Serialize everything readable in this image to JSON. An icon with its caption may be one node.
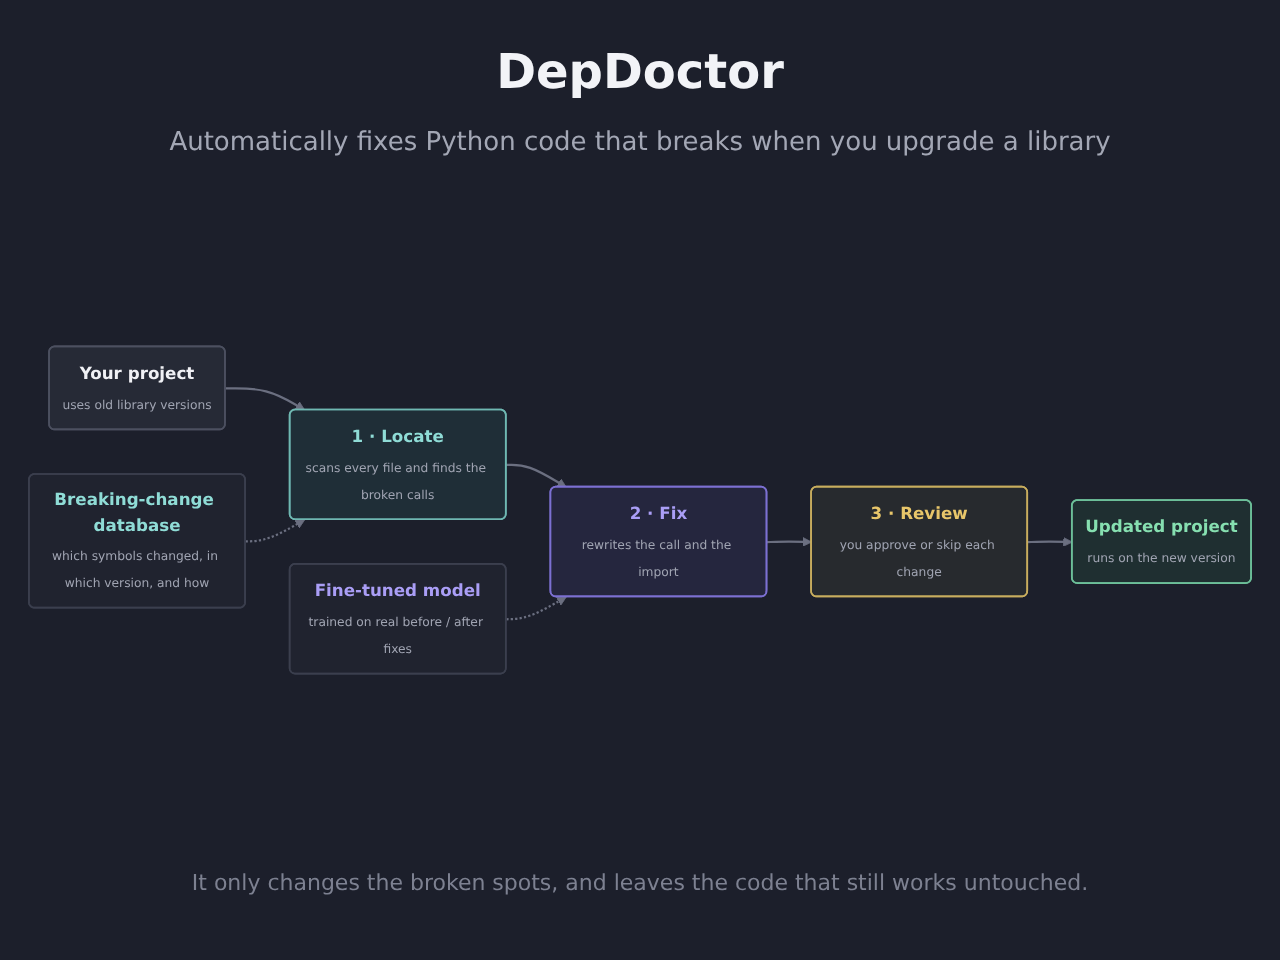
{
  "diagram": {
    "title": "DepDoctor",
    "caption": "It only changes the broken spots, and leaves the code that still works untouched.",
    "nodes": [
      {
        "text": [
          "Your project",
          "uses old library versions"
        ]
      },
      {
        "text": [
          "1 · Locate",
          "scans every file and finds the broken calls"
        ]
      },
      {
        "text": [
          "2 · Fix",
          "rewrites the call and the import"
        ]
      },
      {
        "text": [
          "3 · Review",
          "you approve or skip each change"
        ]
      },
      {
        "text": [
          "Updated project",
          "runs on the new version"
        ]
      },
      {
        "text": [
          "Breaking-change database",
          "which symbols changed, in which version, and how"
        ]
      },
      {
        "text": [
          "Fine-tuned model",
          "trained on real before / after fixes"
        ]
      }
    ],
    "edges": [
      {
        "from": 0,
        "to": 1,
        "arrow": "to"
      },
      {
        "from": 1,
        "to": 2,
        "arrow": "to"
      },
      {
        "from": 2,
        "to": 3,
        "arrow": "to"
      },
      {
        "from": 3,
        "to": 4,
        "arrow": "to"
      },
      {
        "from": 5,
        "to": 1,
        "arrow": "to",
        "style": "dashed"
      },
      {
        "from": 6,
        "to": 2,
        "arrow": "to",
        "style": "dashed"
      }
    ],
    "labels": [
      "Automatically fixes Python code that breaks when you upgrade a library"
    ]
  }
}
